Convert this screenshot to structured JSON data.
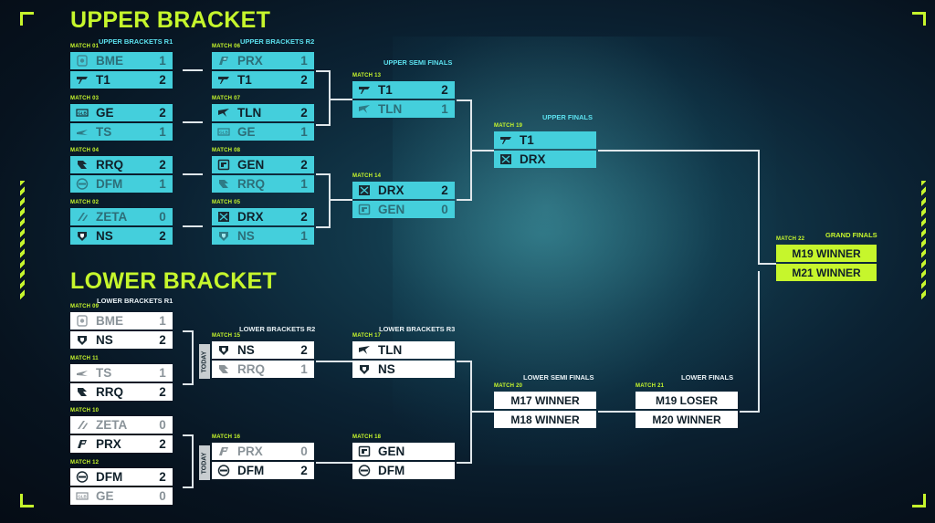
{
  "titles": {
    "upper": "UPPER BRACKET",
    "lower": "LOWER BRACKET"
  },
  "rounds": {
    "ub_r1": "UPPER BRACKETS R1",
    "ub_r2": "UPPER BRACKETS R2",
    "ub_semis": "UPPER SEMI FINALS",
    "ub_finals": "UPPER FINALS",
    "grand_finals": "GRAND FINALS",
    "lb_r1": "LOWER BRACKETS R1",
    "lb_r2": "LOWER BRACKETS R2",
    "lb_r3": "LOWER BRACKETS R3",
    "lb_semis": "LOWER SEMI FINALS",
    "lb_finals": "LOWER FINALS"
  },
  "today_label": "TODAY",
  "colors": {
    "accent": "#c6f62c",
    "cyan_row": "#44cfdc",
    "white_row": "#ffffff"
  },
  "matches": {
    "m01": {
      "label": "MATCH 01",
      "teams": [
        {
          "name": "BME",
          "score": "1",
          "icon": "bme-logo-icon"
        },
        {
          "name": "T1",
          "score": "2",
          "icon": "t1-logo-icon"
        }
      ]
    },
    "m03": {
      "label": "MATCH 03",
      "teams": [
        {
          "name": "GE",
          "score": "2",
          "icon": "ge-logo-icon"
        },
        {
          "name": "TS",
          "score": "1",
          "icon": "ts-logo-icon"
        }
      ]
    },
    "m04": {
      "label": "MATCH 04",
      "teams": [
        {
          "name": "RRQ",
          "score": "2",
          "icon": "rrq-logo-icon"
        },
        {
          "name": "DFM",
          "score": "1",
          "icon": "dfm-logo-icon"
        }
      ]
    },
    "m02": {
      "label": "MATCH 02",
      "teams": [
        {
          "name": "ZETA",
          "score": "0",
          "icon": "zeta-logo-icon"
        },
        {
          "name": "NS",
          "score": "2",
          "icon": "ns-logo-icon"
        }
      ]
    },
    "m06": {
      "label": "MATCH 06",
      "teams": [
        {
          "name": "PRX",
          "score": "1",
          "icon": "prx-logo-icon"
        },
        {
          "name": "T1",
          "score": "2",
          "icon": "t1-logo-icon"
        }
      ]
    },
    "m07": {
      "label": "MATCH 07",
      "teams": [
        {
          "name": "TLN",
          "score": "2",
          "icon": "tln-logo-icon"
        },
        {
          "name": "GE",
          "score": "1",
          "icon": "ge-logo-icon"
        }
      ]
    },
    "m08": {
      "label": "MATCH 08",
      "teams": [
        {
          "name": "GEN",
          "score": "2",
          "icon": "gen-logo-icon"
        },
        {
          "name": "RRQ",
          "score": "1",
          "icon": "rrq-logo-icon"
        }
      ]
    },
    "m05": {
      "label": "MATCH 05",
      "teams": [
        {
          "name": "DRX",
          "score": "2",
          "icon": "drx-logo-icon"
        },
        {
          "name": "NS",
          "score": "1",
          "icon": "ns-logo-icon"
        }
      ]
    },
    "m13": {
      "label": "MATCH 13",
      "teams": [
        {
          "name": "T1",
          "score": "2",
          "icon": "t1-logo-icon"
        },
        {
          "name": "TLN",
          "score": "1",
          "icon": "tln-logo-icon"
        }
      ]
    },
    "m14": {
      "label": "MATCH 14",
      "teams": [
        {
          "name": "DRX",
          "score": "2",
          "icon": "drx-logo-icon"
        },
        {
          "name": "GEN",
          "score": "0",
          "icon": "gen-logo-icon"
        }
      ]
    },
    "m19": {
      "label": "MATCH 19",
      "teams": [
        {
          "name": "T1",
          "score": "",
          "icon": "t1-logo-icon"
        },
        {
          "name": "DRX",
          "score": "",
          "icon": "drx-logo-icon"
        }
      ]
    },
    "m22": {
      "label": "MATCH 22",
      "teams": [
        {
          "name": "M19 WINNER"
        },
        {
          "name": "M21 WINNER"
        }
      ]
    },
    "m09": {
      "label": "MATCH 09",
      "teams": [
        {
          "name": "BME",
          "score": "1",
          "icon": "bme-logo-icon"
        },
        {
          "name": "NS",
          "score": "2",
          "icon": "ns-logo-icon"
        }
      ]
    },
    "m11": {
      "label": "MATCH 11",
      "teams": [
        {
          "name": "TS",
          "score": "1",
          "icon": "ts-logo-icon"
        },
        {
          "name": "RRQ",
          "score": "2",
          "icon": "rrq-logo-icon"
        }
      ]
    },
    "m10": {
      "label": "MATCH 10",
      "teams": [
        {
          "name": "ZETA",
          "score": "0",
          "icon": "zeta-logo-icon"
        },
        {
          "name": "PRX",
          "score": "2",
          "icon": "prx-logo-icon"
        }
      ]
    },
    "m12": {
      "label": "MATCH 12",
      "teams": [
        {
          "name": "DFM",
          "score": "2",
          "icon": "dfm-logo-icon"
        },
        {
          "name": "GE",
          "score": "0",
          "icon": "ge-logo-icon"
        }
      ]
    },
    "m15": {
      "label": "MATCH 15",
      "teams": [
        {
          "name": "NS",
          "score": "2",
          "icon": "ns-logo-icon"
        },
        {
          "name": "RRQ",
          "score": "1",
          "icon": "rrq-logo-icon"
        }
      ]
    },
    "m16": {
      "label": "MATCH 16",
      "teams": [
        {
          "name": "PRX",
          "score": "0",
          "icon": "prx-logo-icon"
        },
        {
          "name": "DFM",
          "score": "2",
          "icon": "dfm-logo-icon"
        }
      ]
    },
    "m17": {
      "label": "MATCH 17",
      "teams": [
        {
          "name": "TLN",
          "score": "",
          "icon": "tln-logo-icon"
        },
        {
          "name": "NS",
          "score": "",
          "icon": "ns-logo-icon"
        }
      ]
    },
    "m18": {
      "label": "MATCH 18",
      "teams": [
        {
          "name": "GEN",
          "score": "",
          "icon": "gen-logo-icon"
        },
        {
          "name": "DFM",
          "score": "",
          "icon": "dfm-logo-icon"
        }
      ]
    },
    "m20": {
      "label": "MATCH 20",
      "teams": [
        {
          "name": "M17 WINNER"
        },
        {
          "name": "M18 WINNER"
        }
      ]
    },
    "m21": {
      "label": "MATCH 21",
      "teams": [
        {
          "name": "M19 LOSER"
        },
        {
          "name": "M20 WINNER"
        }
      ]
    }
  }
}
